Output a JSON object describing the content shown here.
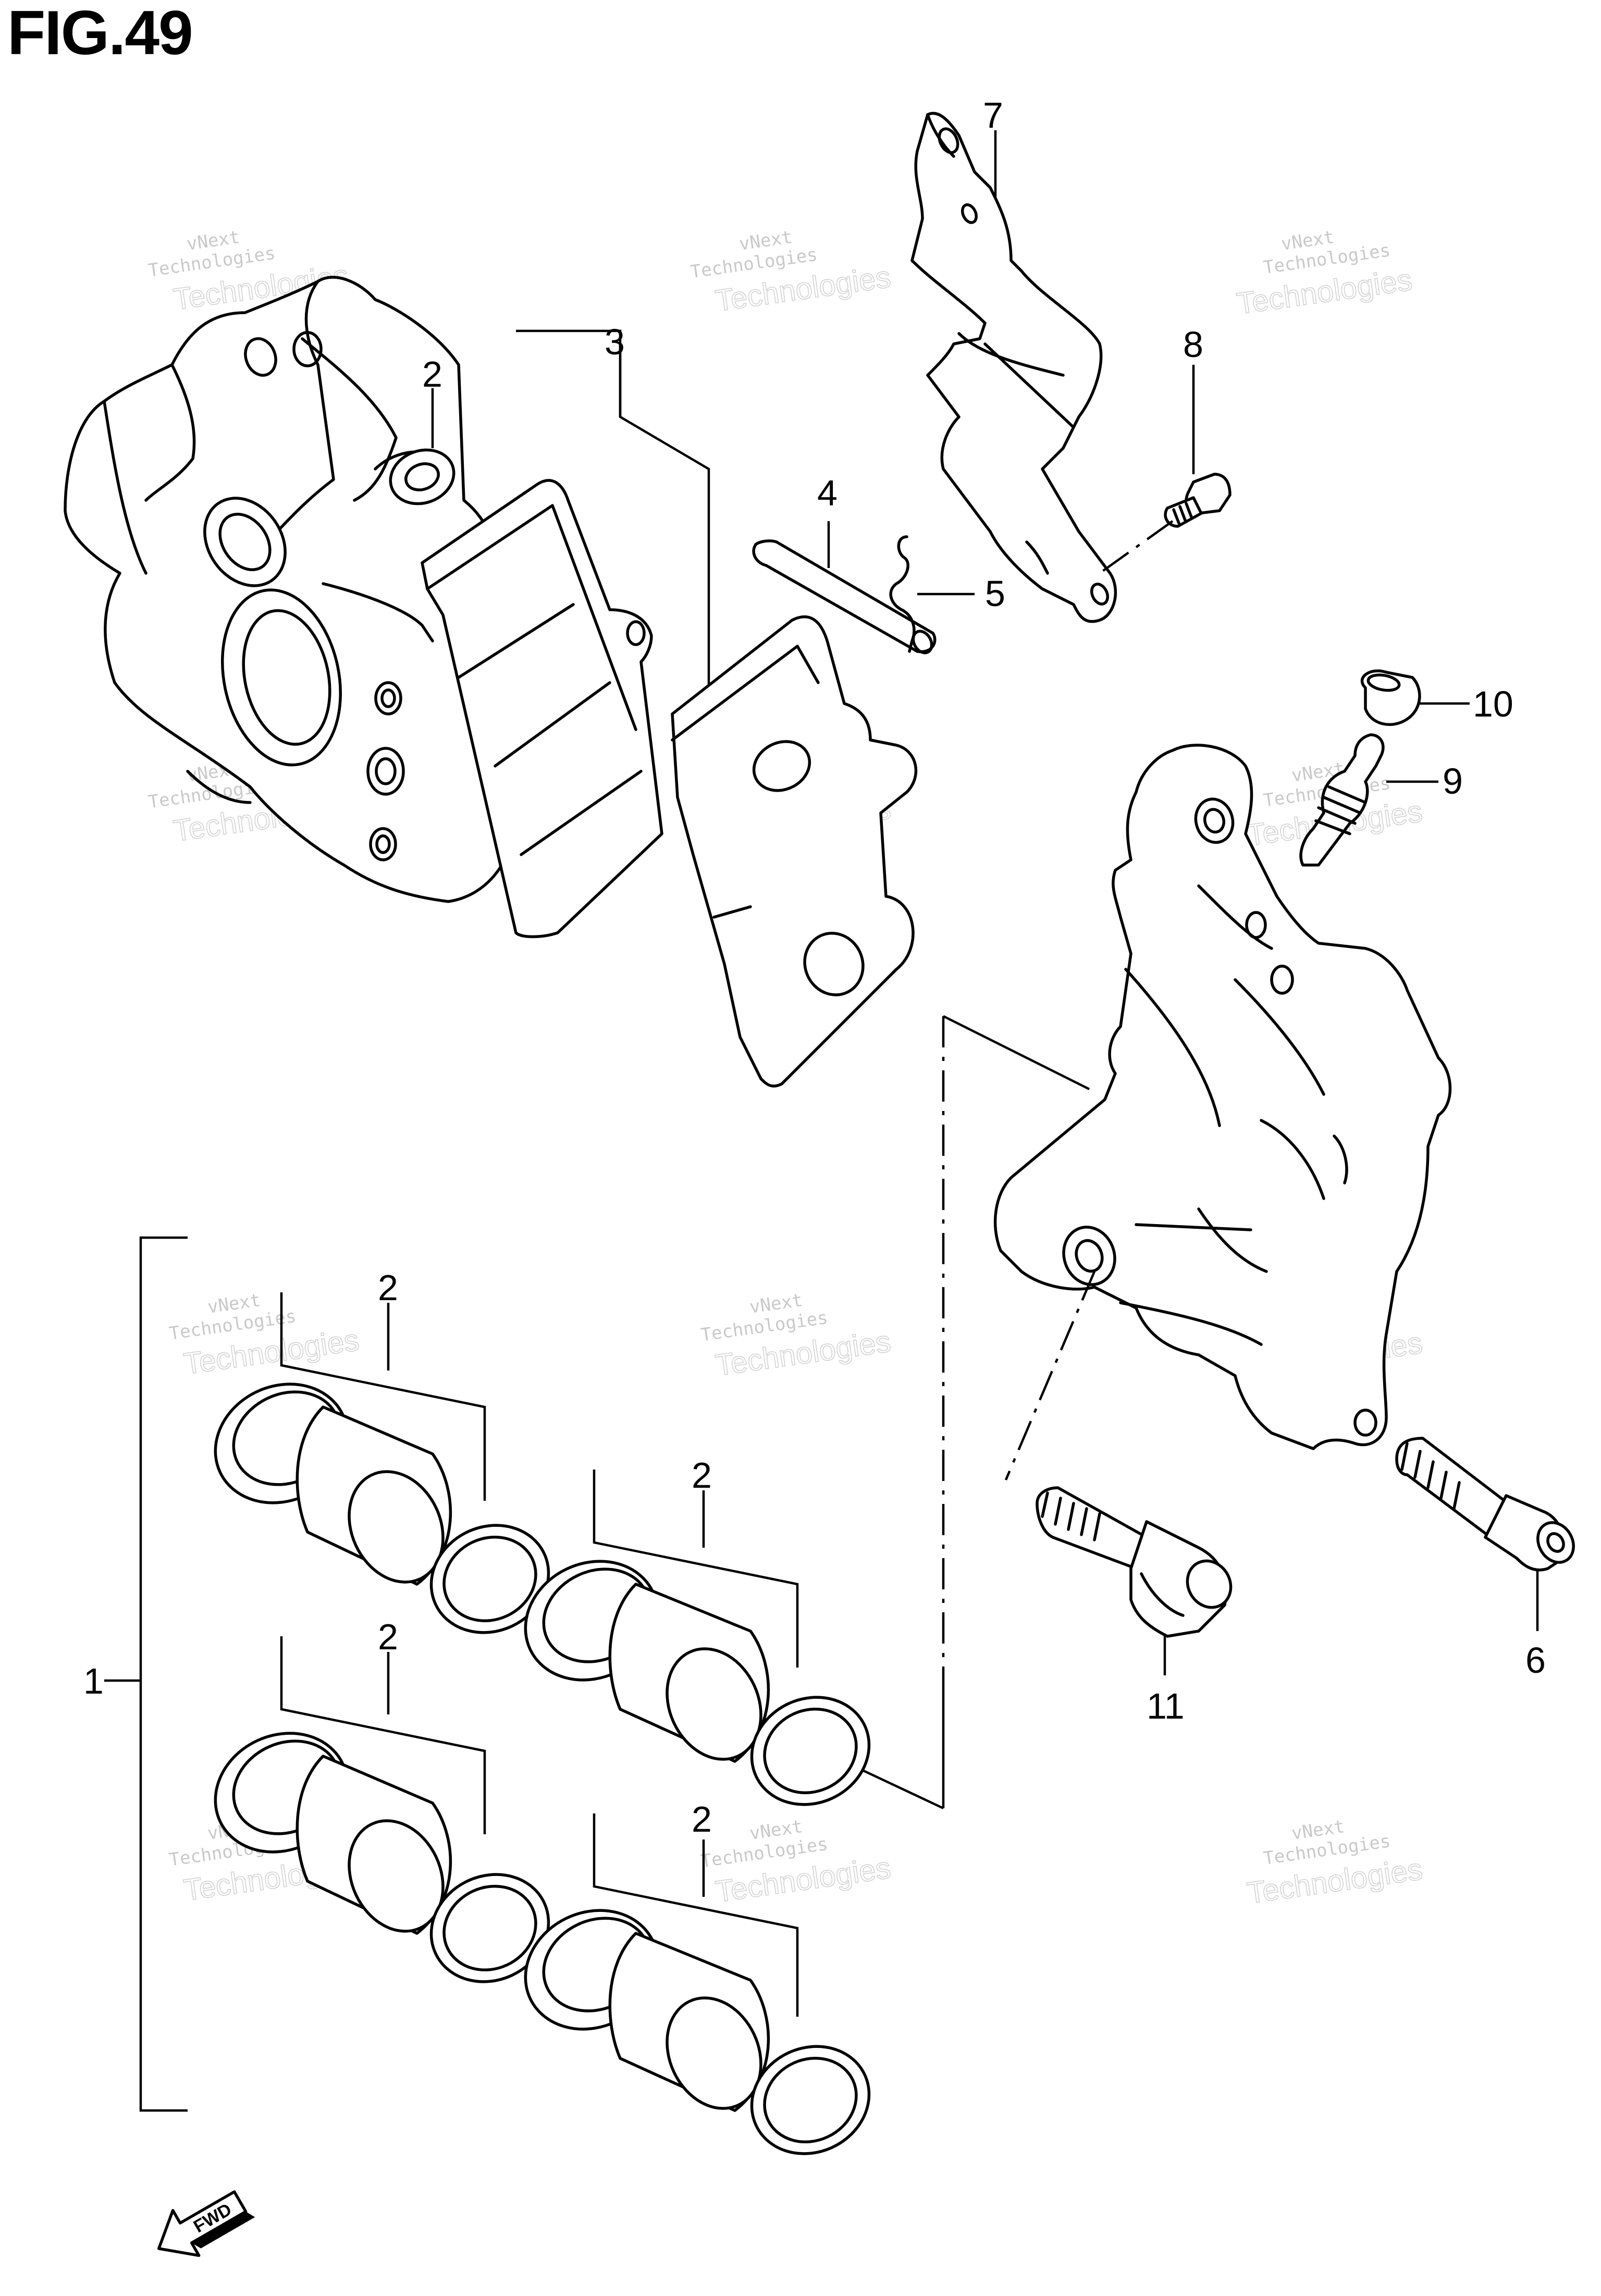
{
  "figure": {
    "title": "FIG.49"
  },
  "callouts": {
    "c1": "1",
    "c2a": "2",
    "c2b": "2",
    "c2c": "2",
    "c2d": "2",
    "c2e": "2",
    "c3": "3",
    "c4": "4",
    "c5": "5",
    "c6": "6",
    "c7": "7",
    "c8": "8",
    "c9": "9",
    "c10": "10",
    "c11": "11"
  },
  "watermark": {
    "line1": "vNext",
    "line2": "Technologies"
  },
  "direction_marker": {
    "label": "FWD"
  }
}
